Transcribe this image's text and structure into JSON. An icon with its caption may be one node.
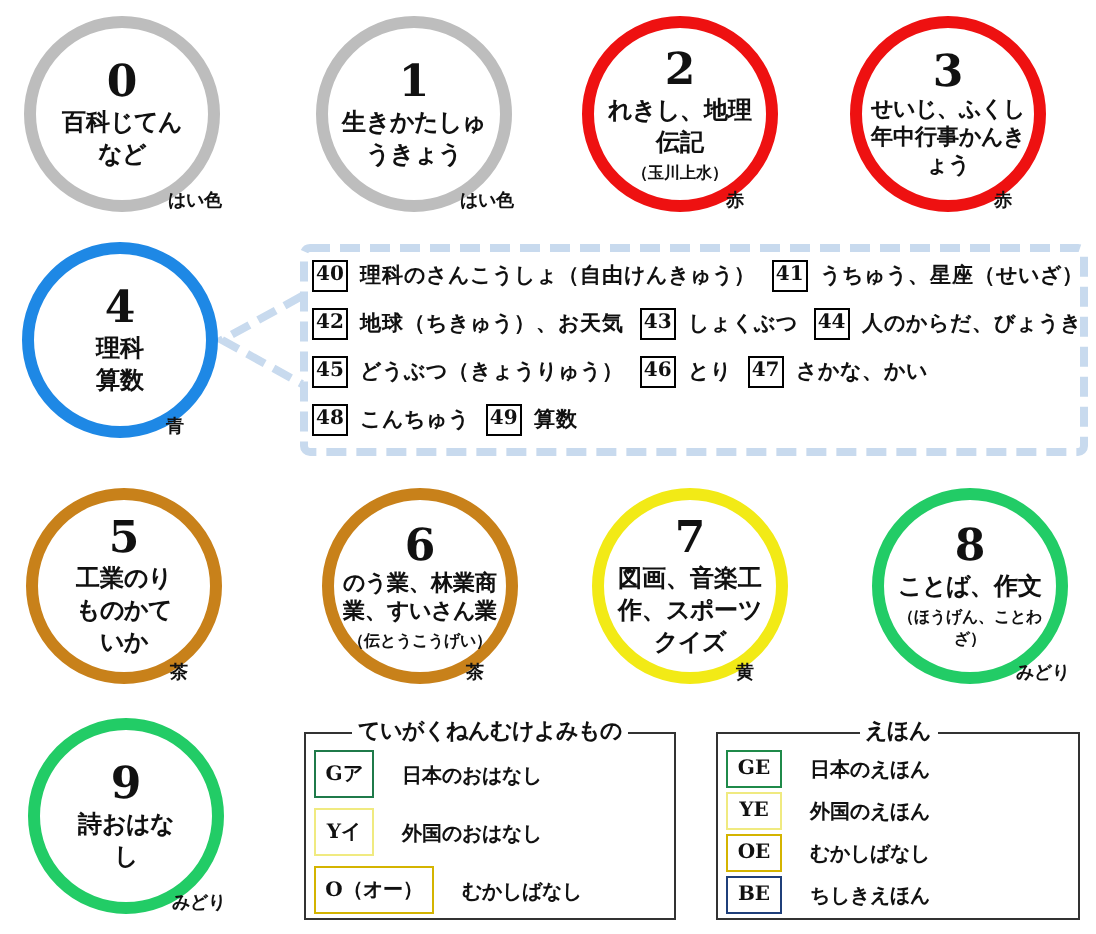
{
  "diagram": {
    "nodes": [
      {
        "text": [
          "0",
          "百科じてんなど",
          "はい色"
        ]
      },
      {
        "text": [
          "1",
          "生きかたしゅうきょう",
          "はい色"
        ]
      },
      {
        "text": [
          "2",
          "れきし、地理伝記",
          "（玉川上水）",
          "赤"
        ]
      },
      {
        "text": [
          "3",
          "せいじ、ふくし年中行事かんきょう",
          "赤"
        ]
      },
      {
        "text": [
          "4",
          "理科算数",
          "青"
        ]
      },
      {
        "text": [
          "5",
          "工業のりものかていか",
          "茶"
        ]
      },
      {
        "text": [
          "6",
          "のう業、林業商業、すいさん業",
          "（伝とうこうげい）",
          "茶"
        ]
      },
      {
        "text": [
          "7",
          "図画、音楽工作、スポーツクイズ",
          "黄"
        ]
      },
      {
        "text": [
          "8",
          "ことば、作文",
          "（ほうげん、ことわざ）",
          "みどり"
        ]
      },
      {
        "text": [
          "9",
          "詩おはなし",
          "みどり"
        ]
      },
      {
        "text": [],
        "shape": "box"
      },
      {
        "text": [
          "40"
        ],
        "beside": [
          "理科のさんこうしょ（自由けんきゅう）"
        ],
        "in": 10
      },
      {
        "text": [
          "41"
        ],
        "beside": [
          "うちゅう、星座（せいざ）"
        ],
        "in": 10
      },
      {
        "text": [
          "42"
        ],
        "beside": [
          "地球（ちきゅう）、お天気"
        ],
        "in": 10
      },
      {
        "text": [
          "43"
        ],
        "beside": [
          "しょくぶつ"
        ],
        "in": 10
      },
      {
        "text": [
          "44"
        ],
        "beside": [
          "人のからだ、びょうき"
        ],
        "in": 10
      },
      {
        "text": [
          "45"
        ],
        "beside": [
          "どうぶつ（きょうりゅう）"
        ],
        "in": 10
      },
      {
        "text": [
          "46"
        ],
        "beside": [
          "とり"
        ],
        "in": 10
      },
      {
        "text": [
          "47"
        ],
        "beside": [
          "さかな、かい"
        ],
        "in": 10
      },
      {
        "text": [
          "48"
        ],
        "beside": [
          "こんちゅう"
        ],
        "in": 10
      },
      {
        "text": [
          "49"
        ],
        "beside": [
          "算数"
        ],
        "in": 10
      },
      {
        "text": [
          "ていがくねんむけよみもの"
        ]
      },
      {
        "text": [
          "Gア"
        ],
        "beside": [
          "日本のおはなし"
        ],
        "in": 21
      },
      {
        "text": [
          "Yイ"
        ],
        "beside": [
          "外国のおはなし"
        ],
        "in": 21
      },
      {
        "text": [
          "O（オー）"
        ],
        "beside": [
          "むかしばなし"
        ],
        "in": 21
      },
      {
        "text": [
          "えほん"
        ]
      },
      {
        "text": [
          "GE"
        ],
        "beside": [
          "日本のえほん"
        ],
        "in": 25
      },
      {
        "text": [
          "YE"
        ],
        "beside": [
          "外国のえほん"
        ],
        "in": 25
      },
      {
        "text": [
          "OE"
        ],
        "beside": [
          "むかしばなし"
        ],
        "in": 25
      },
      {
        "text": [
          "BE"
        ],
        "beside": [
          "ちしきえほん"
        ],
        "in": 25
      }
    ],
    "edges": [
      {
        "from": 4,
        "to": 10,
        "arrow": "none",
        "style": "dashed"
      }
    ]
  }
}
